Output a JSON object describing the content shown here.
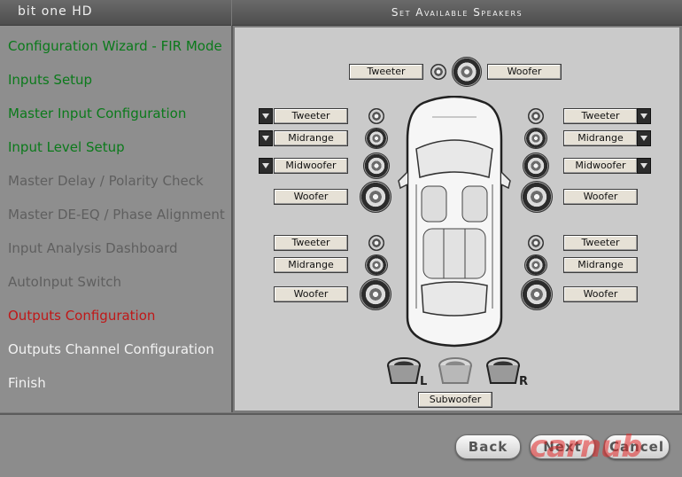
{
  "app": {
    "brand": "bit one HD",
    "page_title": "Set Available Speakers"
  },
  "sidebar": {
    "items": [
      {
        "label": "Configuration Wizard - FIR Mode",
        "state": "done"
      },
      {
        "label": "Inputs Setup",
        "state": "done"
      },
      {
        "label": "Master Input Configuration",
        "state": "done"
      },
      {
        "label": "Input Level Setup",
        "state": "done"
      },
      {
        "label": "Master Delay / Polarity Check",
        "state": "disabled"
      },
      {
        "label": "Master DE-EQ / Phase Alignment",
        "state": "disabled"
      },
      {
        "label": "Input Analysis Dashboard",
        "state": "disabled"
      },
      {
        "label": "AutoInput Switch",
        "state": "disabled"
      },
      {
        "label": "Outputs Configuration",
        "state": "current"
      },
      {
        "label": "Outputs Channel Configuration",
        "state": "todo"
      },
      {
        "label": "Finish",
        "state": "todo"
      }
    ]
  },
  "speakers": {
    "center": {
      "tweeter": "Tweeter",
      "woofer": "Woofer"
    },
    "front_left": {
      "tweeter": "Tweeter",
      "midrange": "Midrange",
      "midwoofer": "Midwoofer",
      "woofer": "Woofer"
    },
    "front_right": {
      "tweeter": "Tweeter",
      "midrange": "Midrange",
      "midwoofer": "Midwoofer",
      "woofer": "Woofer"
    },
    "rear_left": {
      "tweeter": "Tweeter",
      "midrange": "Midrange",
      "woofer": "Woofer"
    },
    "rear_right": {
      "tweeter": "Tweeter",
      "midrange": "Midrange",
      "woofer": "Woofer"
    },
    "subwoofer": {
      "label": "Subwoofer",
      "left_marker": "L",
      "right_marker": "R"
    }
  },
  "footer": {
    "back": "Back",
    "next": "Next",
    "cancel": "Cancel"
  },
  "watermark": "carnub",
  "colors": {
    "done": "#0b7a1b",
    "disabled": "#5f5f5f",
    "current": "#c01818",
    "todo": "#f2f2f2"
  }
}
